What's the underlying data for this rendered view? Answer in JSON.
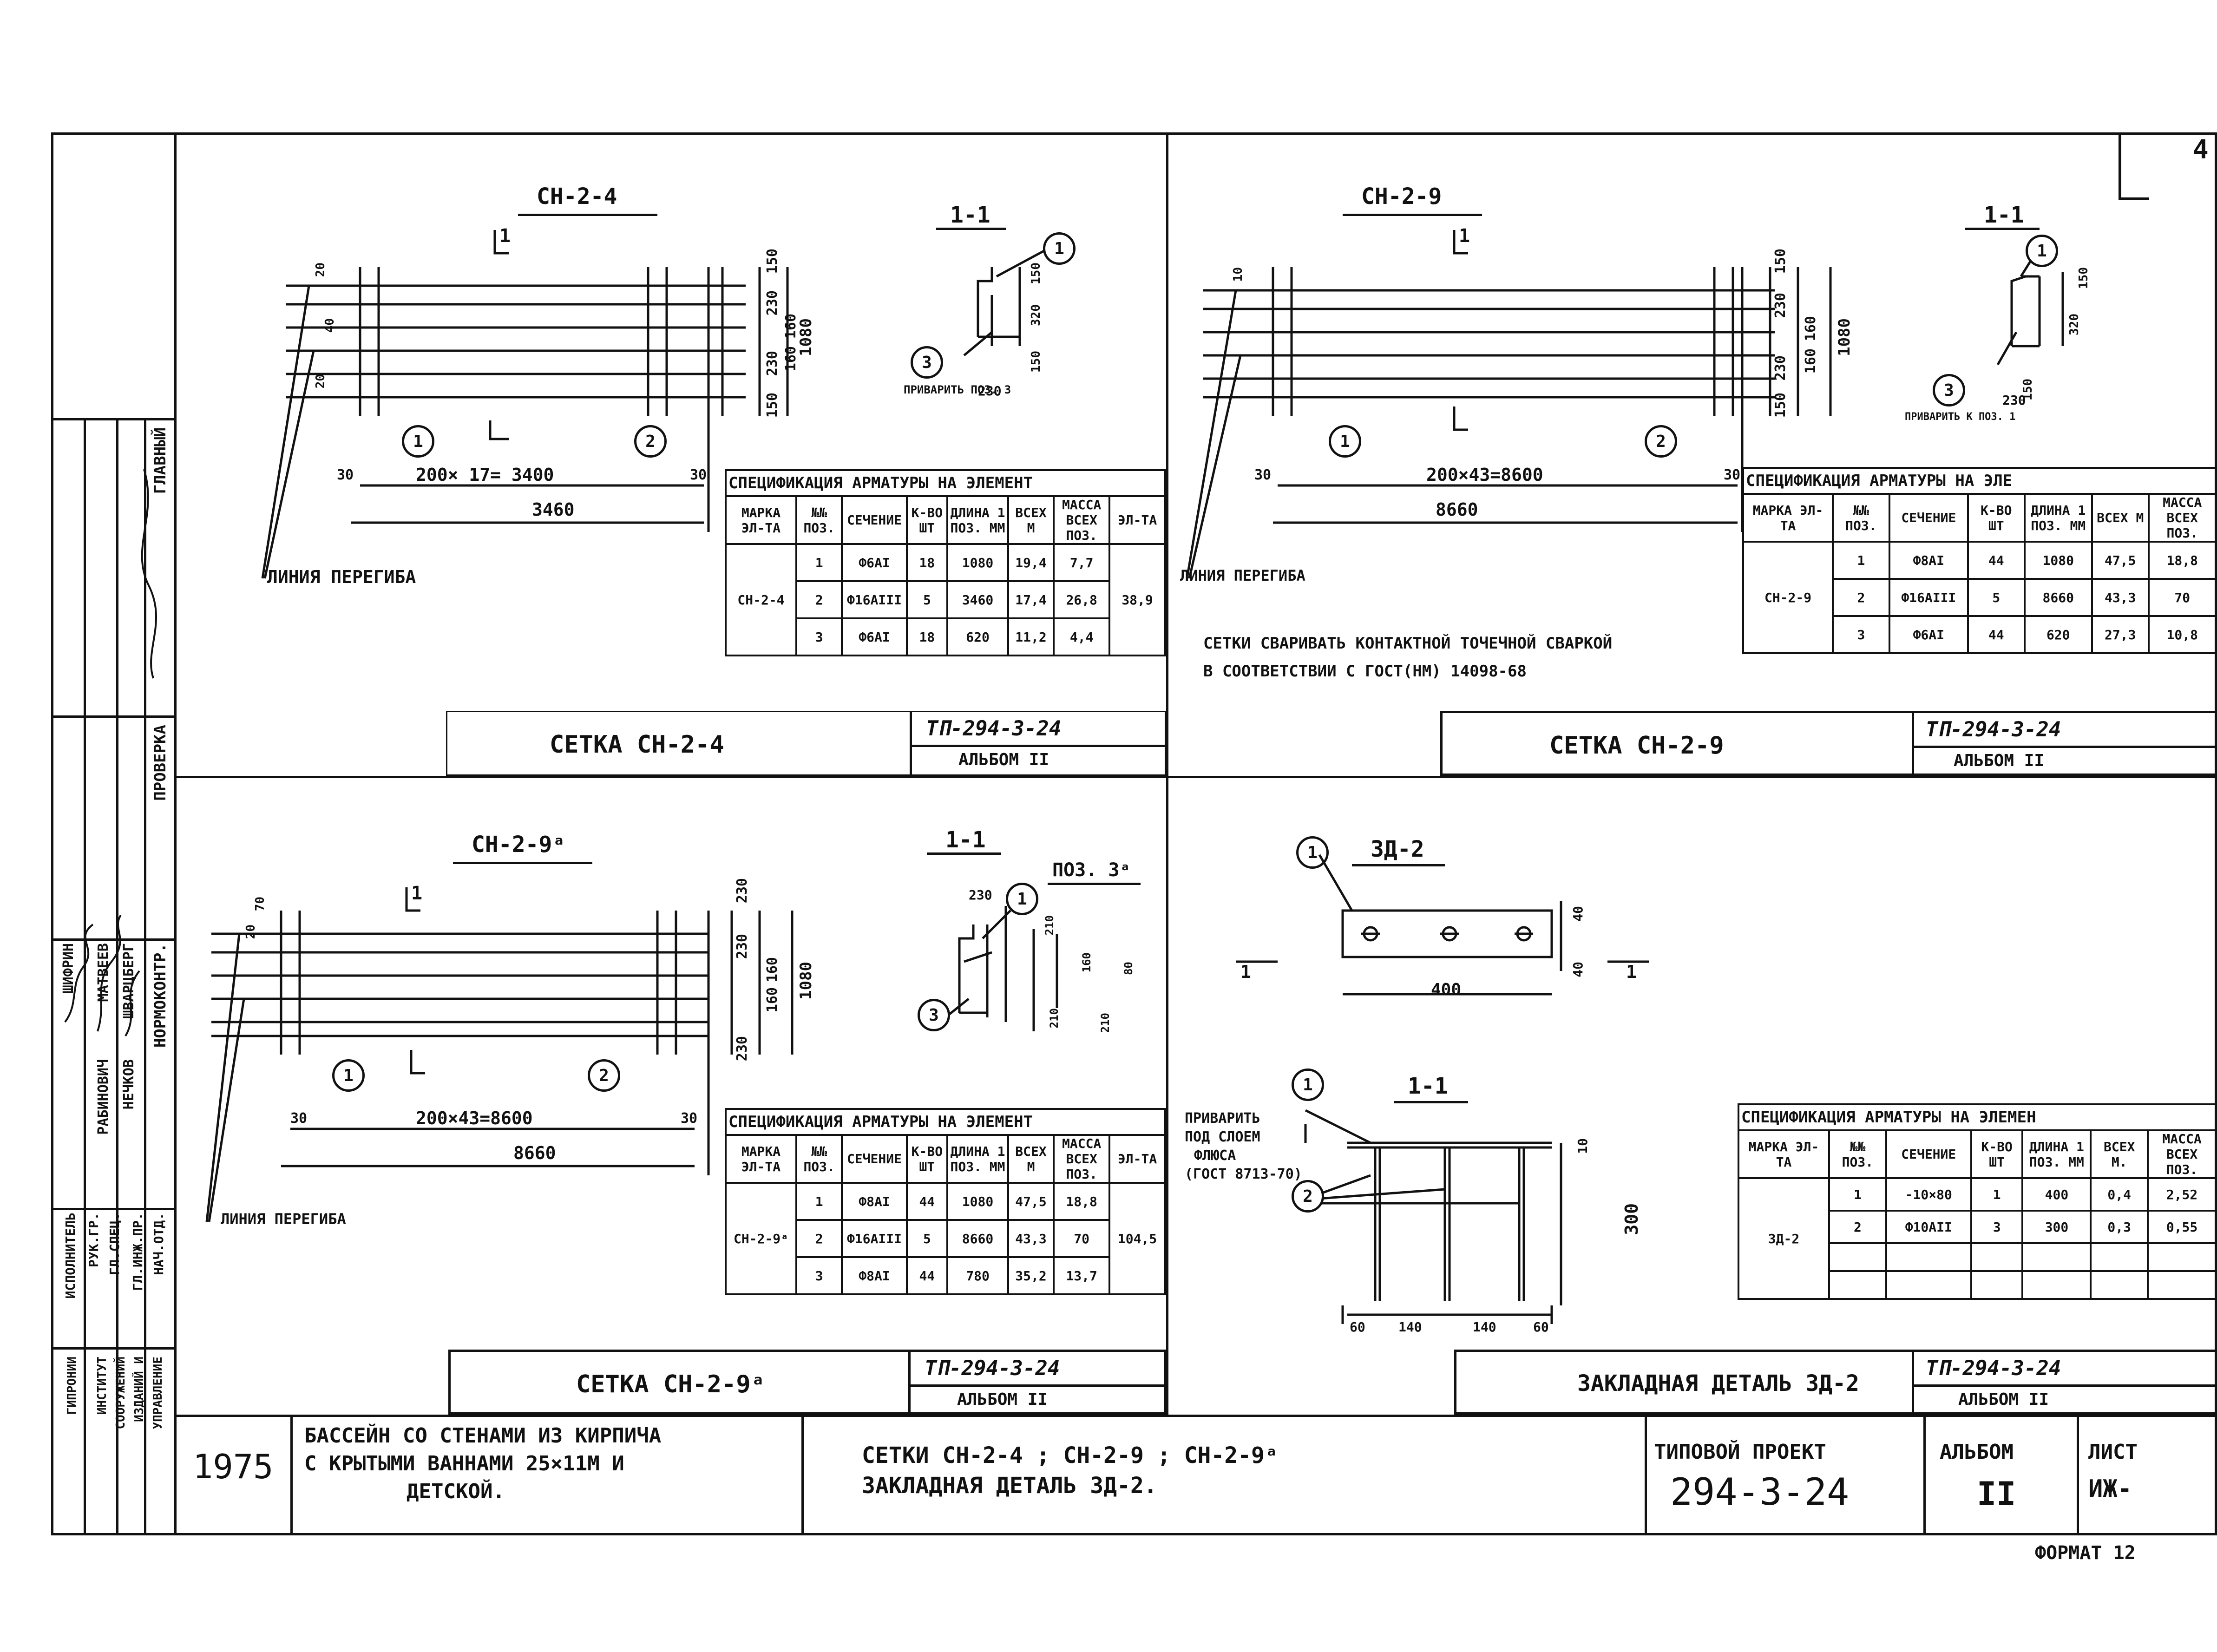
{
  "corner_marker": "4",
  "footer_format": "ФОРМАТ 12",
  "title_block": {
    "year": "1975",
    "project_line1": "БАССЕЙН СО СТЕНАМИ ИЗ КИРПИЧА",
    "project_line2": "С КРЫТЫМИ ВАННАМИ 25×11М И",
    "project_line3": "ДЕТСКОЙ.",
    "sheet_line1": "СЕТКИ СН-2-4 ; СН-2-9 ; СН-2-9ᵃ",
    "sheet_line2": "ЗАКЛАДНАЯ ДЕТАЛЬ ЗД-2.",
    "type_label": "ТИПОВОЙ ПРОЕКТ",
    "type_number": "294-3-24",
    "album_label": "АЛЬБОМ",
    "album_value": "II",
    "sheet_label": "ЛИСТ",
    "sheet_value": "ИЖ-"
  },
  "side_stamp": {
    "role_headers": [
      "ГЛАВНЫЙ",
      "ПРОВЕРКА",
      "НОРМОКОНТР."
    ],
    "roles": [
      "НАЧ.ОТД.",
      "ГЛ.ИНЖ.ПР.",
      "ГЛ.СПЕЦ.",
      "РУК.ГР.",
      "ИСПОЛНИТЕЛЬ"
    ],
    "names": [
      "ШВАРЦБЕРГ",
      "НЕЧКОВ",
      "МАТВЕЕВ",
      "РАБИНОВИЧ",
      "ШИФРИН"
    ],
    "org": [
      "УПРАВЛЕНИЕ",
      "ИЗДАНИЙ И",
      "СООРУЖЕНИЙ",
      "ИНСТИТУТ",
      "ГИПРОНИИ"
    ]
  },
  "panels": {
    "p1": {
      "title": "СН-2-4",
      "section": "1-1",
      "section_mark": "1",
      "dim_main": "200× 17= 3400",
      "dim_total": "3460",
      "dim_left": "30",
      "dim_right": "30",
      "bend_label": "ЛИНИЯ ПЕРЕГИБА",
      "weld_note": "ПРИВАРИТЬ ПОЗ. 3",
      "vert_dims": [
        "150",
        "230",
        "160",
        "160",
        "230",
        "150",
        "1080"
      ],
      "left_dims": [
        "20",
        "40",
        "20"
      ],
      "sect_dims": [
        "230",
        "150",
        "320",
        "150"
      ],
      "stamp_title": "СЕТКА СН-2-4",
      "stamp_code": "ТП-294-3-24",
      "stamp_album": "АЛЬБОМ II",
      "spec": {
        "title": "СПЕЦИФИКАЦИЯ АРМАТУРЫ НА ЭЛЕМЕНТ",
        "headers": [
          "МАРКА ЭЛ-ТА",
          "№№ ПОЗ.",
          "СЕЧЕНИЕ",
          "К-ВО ШТ",
          "ДЛИНА 1 ПОЗ. ММ",
          "ВСЕХ М",
          "МАССА ВСЕХ ПОЗ.",
          "ЭЛ-ТА"
        ],
        "mark": "СН-2-4",
        "total": "38,9",
        "rows": [
          [
            "1",
            "Ф6АI",
            "18",
            "1080",
            "19,4",
            "7,7"
          ],
          [
            "2",
            "Ф16АIII",
            "5",
            "3460",
            "17,4",
            "26,8"
          ],
          [
            "3",
            "Ф6АI",
            "18",
            "620",
            "11,2",
            "4,4"
          ]
        ]
      }
    },
    "p2": {
      "title": "СН-2-9",
      "section": "1-1",
      "section_mark": "1",
      "dim_main": "200×43=8600",
      "dim_total": "8660",
      "dim_left": "30",
      "dim_right": "30",
      "bend_label": "ЛИНИЯ ПЕРЕГИБА",
      "weld_note": "ПРИВАРИТЬ К ПОЗ. 1",
      "note_line1": "СЕТКИ СВАРИВАТЬ КОНТАКТНОЙ ТОЧЕЧНОЙ СВАРКОЙ",
      "note_line2": "В СООТВЕТСТВИИ С ГОСТ(НМ) 14098-68",
      "vert_dims": [
        "150",
        "230",
        "160",
        "160",
        "230",
        "150",
        "1080"
      ],
      "left_dims": [
        "10"
      ],
      "sect_dims": [
        "230",
        "150",
        "320",
        "150"
      ],
      "stamp_title": "СЕТКА СН-2-9",
      "stamp_code": "ТП-294-3-24",
      "stamp_album": "АЛЬБОМ II",
      "spec": {
        "title": "СПЕЦИФИКАЦИЯ АРМАТУРЫ НА ЭЛЕ",
        "headers": [
          "МАРКА ЭЛ-ТА",
          "№№ ПОЗ.",
          "СЕЧЕНИЕ",
          "К-ВО ШТ",
          "ДЛИНА 1 ПОЗ. ММ",
          "ВСЕХ М",
          "МАССА ВСЕХ ПОЗ."
        ],
        "mark": "СН-2-9",
        "rows": [
          [
            "1",
            "Ф8АI",
            "44",
            "1080",
            "47,5",
            "18,8"
          ],
          [
            "2",
            "Ф16АIII",
            "5",
            "8660",
            "43,3",
            "70"
          ],
          [
            "3",
            "Ф6АI",
            "44",
            "620",
            "27,3",
            "10,8"
          ]
        ]
      }
    },
    "p3": {
      "title": "СН-2-9ᵃ",
      "section": "1-1",
      "section_mark": "1",
      "pos_note": "ПОЗ. 3ᵃ",
      "dim_main": "200×43=8600",
      "dim_total": "8660",
      "dim_left": "30",
      "dim_right": "30",
      "bend_label": "ЛИНИЯ ПЕРЕГИБА",
      "vert_dims": [
        "230",
        "230",
        "160",
        "160",
        "230",
        "1080"
      ],
      "left_dims": [
        "70",
        "20"
      ],
      "sect_dims": [
        "230",
        "210",
        "160",
        "210",
        "210",
        "80"
      ],
      "stamp_title": "СЕТКА СН-2-9ᵃ",
      "stamp_code": "ТП-294-3-24",
      "stamp_album": "АЛЬБОМ II",
      "spec": {
        "title": "СПЕЦИФИКАЦИЯ АРМАТУРЫ НА ЭЛЕМЕНТ",
        "headers": [
          "МАРКА ЭЛ-ТА",
          "№№ ПОЗ.",
          "СЕЧЕНИЕ",
          "К-ВО ШТ",
          "ДЛИНА 1 ПОЗ. ММ",
          "ВСЕХ М",
          "МАССА ВСЕХ ПОЗ.",
          "ЭЛ-ТА"
        ],
        "mark": "СН-2-9ᵃ",
        "total": "104,5",
        "rows": [
          [
            "1",
            "Ф8АI",
            "44",
            "1080",
            "47,5",
            "18,8"
          ],
          [
            "2",
            "Ф16АIII",
            "5",
            "8660",
            "43,3",
            "70"
          ],
          [
            "3",
            "Ф8АI",
            "44",
            "780",
            "35,2",
            "13,7"
          ]
        ]
      }
    },
    "p4": {
      "title": "ЗД-2",
      "section": "1-1",
      "plate_width": "400",
      "plate_h1": "40",
      "plate_h2": "40",
      "anchor_length": "300",
      "plate_thk": "10",
      "bottom_dims": [
        "60",
        "140",
        "140",
        "60"
      ],
      "weld_note_line1": "ПРИВАРИТЬ",
      "weld_note_line2": "ПОД СЛОЕМ",
      "weld_note_line3": "ФЛЮСА",
      "weld_note_line4": "(ГОСТ 8713-70)",
      "stamp_title": "ЗАКЛАДНАЯ ДЕТАЛЬ ЗД-2",
      "stamp_code": "ТП-294-3-24",
      "stamp_album": "АЛЬБОМ II",
      "spec": {
        "title": "СПЕЦИФИКАЦИЯ АРМАТУРЫ НА ЭЛЕМЕН",
        "headers": [
          "МАРКА ЭЛ-ТА",
          "№№ ПОЗ.",
          "СЕЧЕНИЕ",
          "К-ВО ШТ",
          "ДЛИНА 1 ПОЗ. ММ",
          "ВСЕХ М.",
          "МАССА ВСЕХ ПОЗ."
        ],
        "mark": "ЗД-2",
        "rows": [
          [
            "1",
            "-10×80",
            "1",
            "400",
            "0,4",
            "2,52"
          ],
          [
            "2",
            "Ф10АII",
            "3",
            "300",
            "0,3",
            "0,55"
          ],
          [
            "",
            "",
            "",
            "",
            "",
            ""
          ],
          [
            "",
            "",
            "",
            "",
            "",
            ""
          ]
        ]
      }
    }
  }
}
